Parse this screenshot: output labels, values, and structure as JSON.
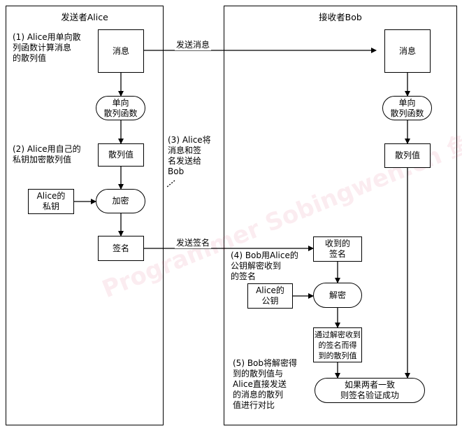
{
  "sender_panel": {
    "title": "发送者Alice"
  },
  "receiver_panel": {
    "title": "接收者Bob"
  },
  "sender": {
    "message": "消息",
    "hash_fn": "单向\n散列函数",
    "hash_value": "散列值",
    "private_key": "Alice的\n私钥",
    "encrypt": "加密",
    "signature": "签名"
  },
  "receiver": {
    "message": "消息",
    "hash_fn": "单向\n散列函数",
    "hash_value": "散列值",
    "received_signature": "收到的\n签名",
    "public_key": "Alice的\n公钥",
    "decrypt": "解密",
    "decrypted_hash": "通过解密收到\n的签名而得\n到的散列值",
    "result": "如果两者一致\n则签名验证成功"
  },
  "steps": {
    "step1": "(1) Alice用单向散\n列函数计算消息\n的散列值",
    "step2": "(2) Alice用自己的\n私钥加密散列值",
    "step3": "(3) Alice将\n消息和签\n名发送给\nBob",
    "step4": "(4) Bob用Alice的\n公钥解密收到\n的签名",
    "step5": "(5) Bob将解密得\n到的散列值与\nAlice直接发送\n的消息的散列\n值进行对比"
  },
  "flows": {
    "send_message": "发送消息",
    "send_signature": "发送签名"
  },
  "watermark": "Programmer Sobingwen.cn 鱼编程的大丙"
}
